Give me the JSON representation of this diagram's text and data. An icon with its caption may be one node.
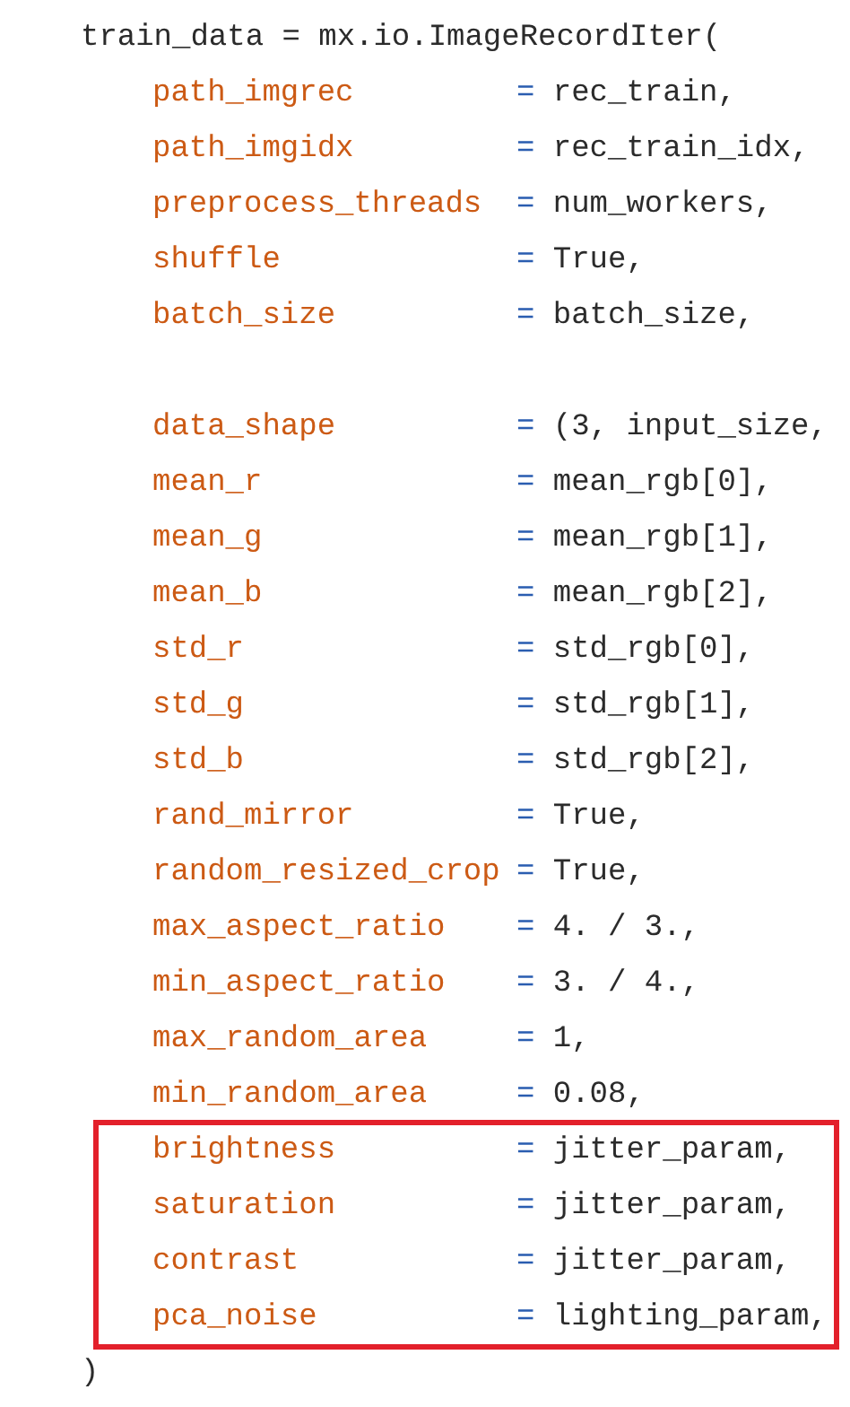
{
  "diagram": {
    "nodes": [
      {
        "text": [
          "brightness",
          "= jitter_param,",
          "saturation",
          "= jitter_param,",
          "contrast",
          "= jitter_param,",
          "pca_noise",
          "= lighting_param,"
        ]
      }
    ],
    "labels": [
      "train_data = mx.io.ImageRecordIter(",
      "path_imgrec",
      "= rec_train,",
      "path_imgidx",
      "= rec_train_idx,",
      "preprocess_threads",
      "= num_workers,",
      "shuffle",
      "= True,",
      "batch_size",
      "= batch_size,",
      "data_shape",
      "= (3, input_size,",
      "mean_r",
      "= mean_rgb[0],",
      "mean_g",
      "= mean_rgb[1],",
      "mean_b",
      "= mean_rgb[2],",
      "std_r",
      "= std_rgb[0],",
      "std_g",
      "= std_rgb[1],",
      "std_b",
      "= std_rgb[2],",
      "rand_mirror",
      "= True,",
      "random_resized_crop",
      "= True,",
      "max_aspect_ratio",
      "= 4. / 3.,",
      "min_aspect_ratio",
      "= 3. / 4.,",
      "max_random_area",
      "= 1,",
      "min_random_area",
      "= 0.08,",
      ")"
    ]
  }
}
